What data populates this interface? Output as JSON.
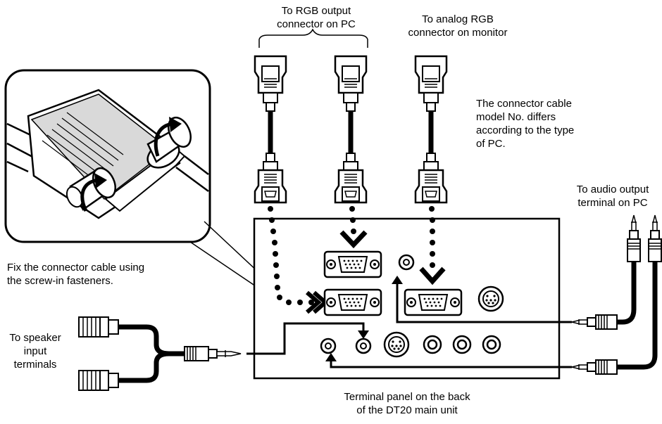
{
  "labels": {
    "rgb_output_pc": "To RGB output\nconnector on PC",
    "analog_rgb_monitor": "To analog RGB\nconnector on monitor",
    "cable_model_note": "The connector cable\nmodel No. differs\naccording to the type\nof PC.",
    "audio_output_pc": "To audio output\nterminal on PC",
    "fix_cable": "Fix the connector cable using\nthe screw-in fasteners.",
    "speaker_input": "To speaker\ninput\nterminals",
    "terminal_panel": "Terminal panel on the back\nof the DT20 main unit"
  },
  "colors": {
    "line": "#000000",
    "background": "#ffffff",
    "shading": "#d9d9d9"
  },
  "icons": [
    "vga-connector-icon",
    "d-sub-port-icon",
    "mini-din-port-icon",
    "rca-jack-icon",
    "stereo-mini-plug-icon",
    "rca-plug-icon",
    "screw-arrow-icon"
  ]
}
